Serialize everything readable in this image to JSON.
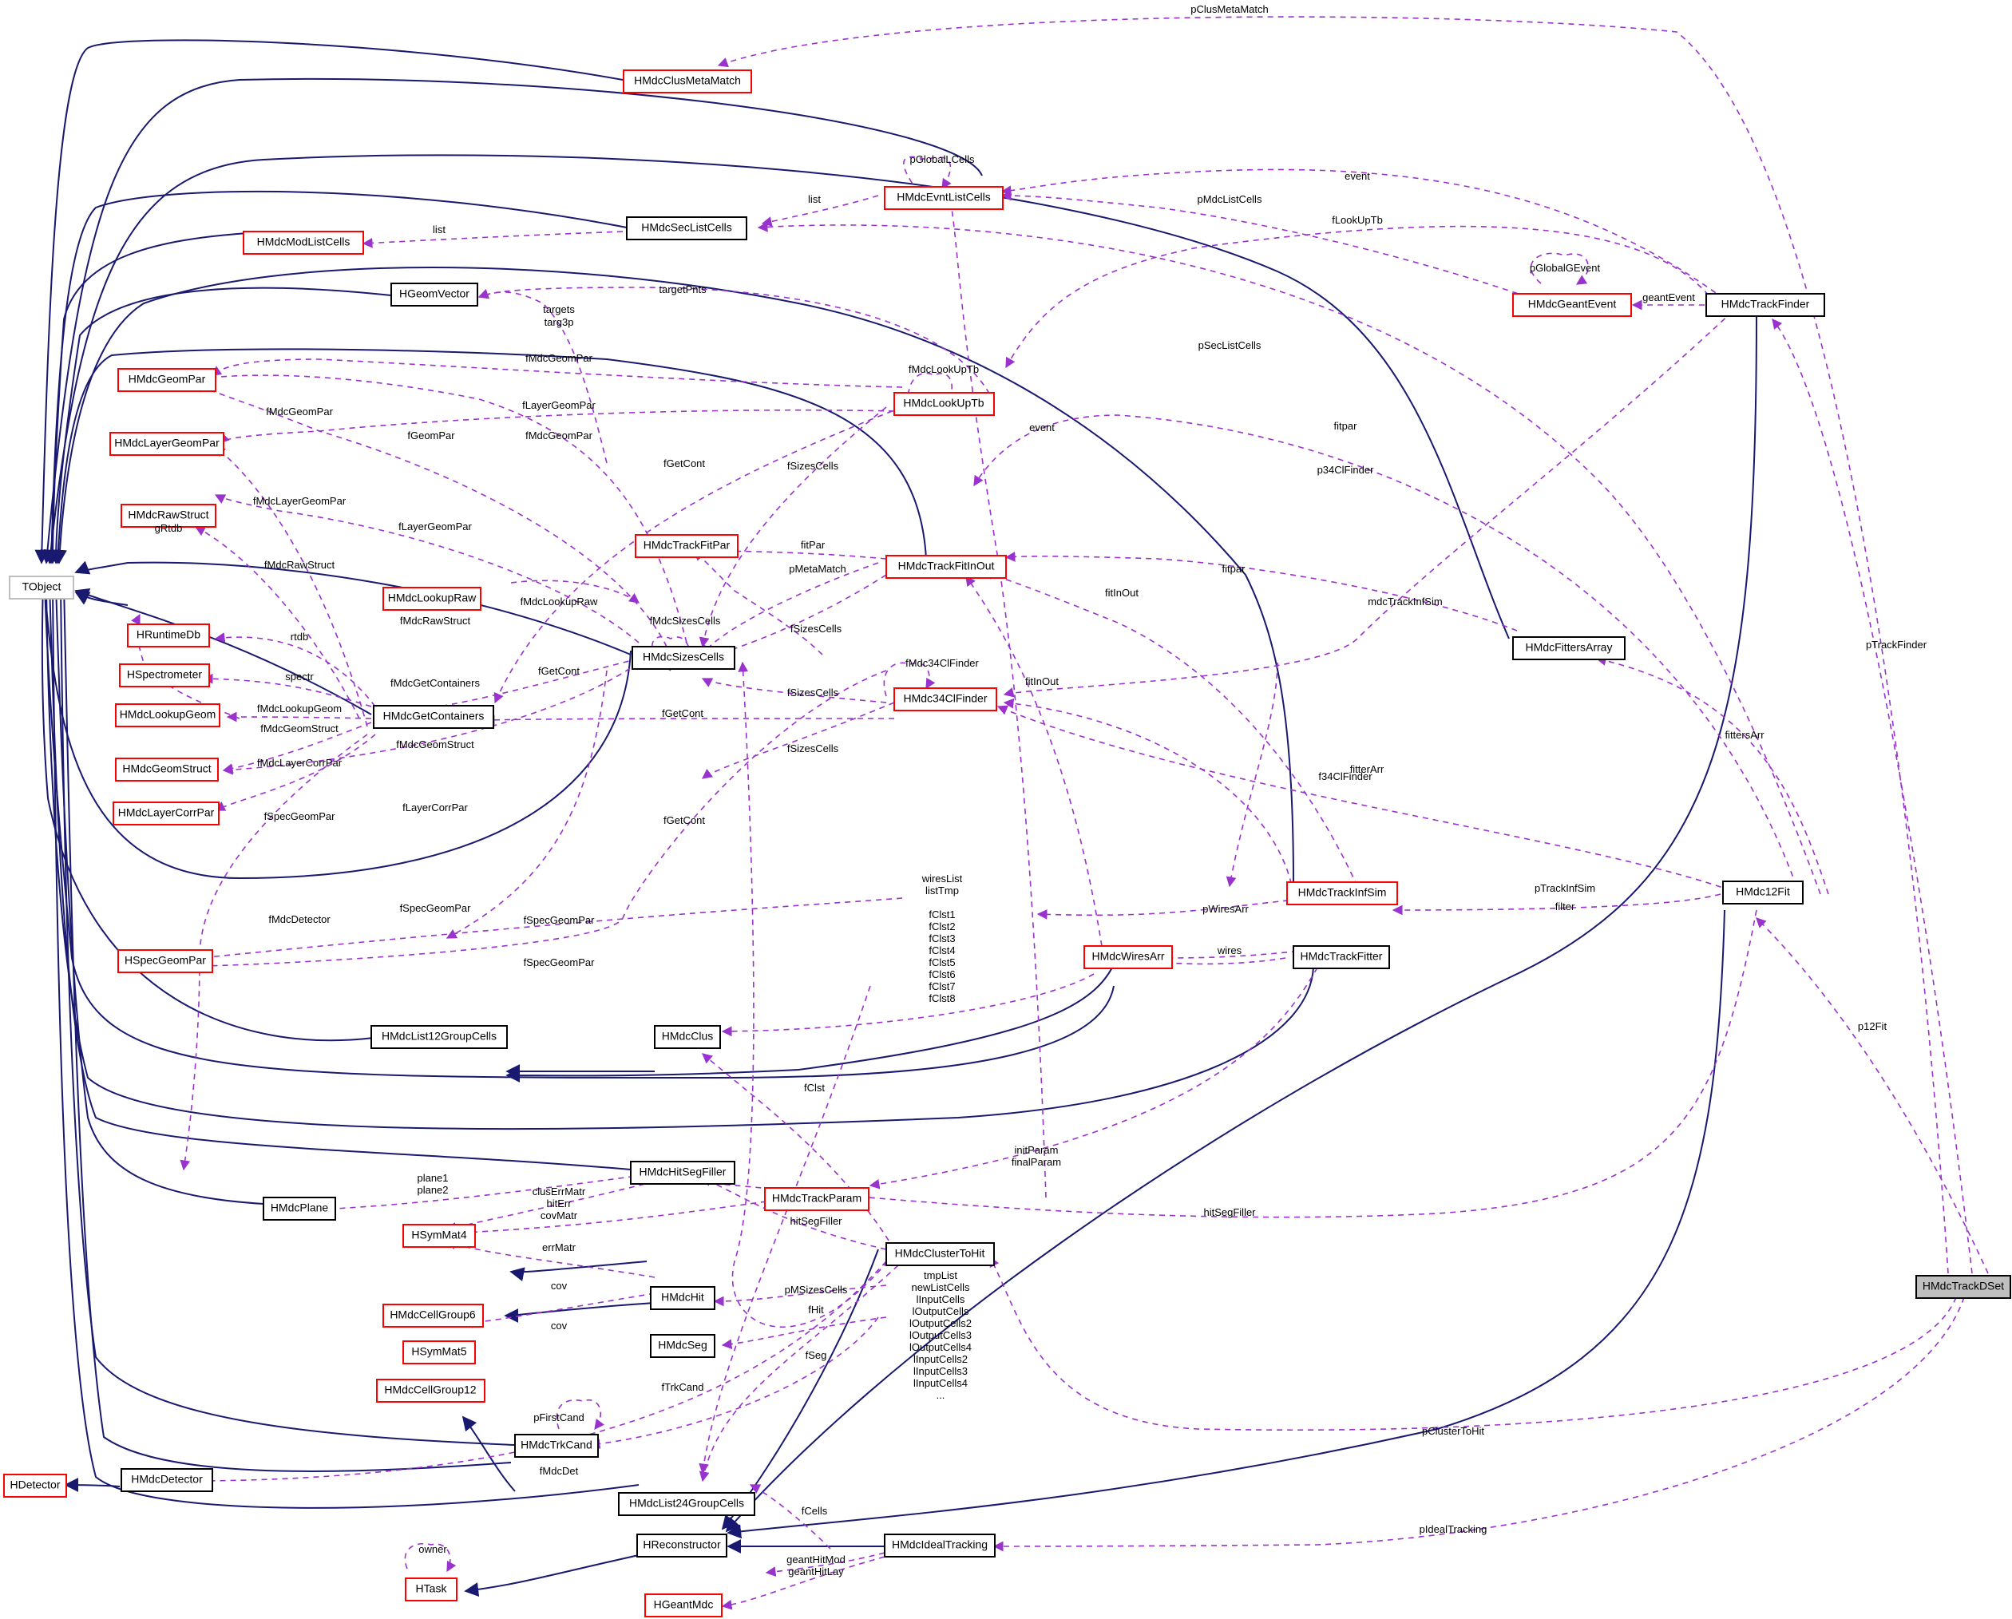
{
  "nodes": {
    "tobject": "TObject",
    "clusmeta": "HMdcClusMetaMatch",
    "evntlist": "HMdcEvntListCells",
    "seclist": "HMdcSecListCells",
    "modlist": "HMdcModListCells",
    "geomvector": "HGeomVector",
    "geomparnode": "HMdcGeomPar",
    "lookuptb": "HMdcLookUpTb",
    "layergeom": "HMdcLayerGeomPar",
    "rawstruct": "HMdcRawStruct",
    "trackfitpar": "HMdcTrackFitPar",
    "fitinout": "HMdcTrackFitInOut",
    "runtimedb": "HRuntimeDb",
    "lookupraw": "HMdcLookupRaw",
    "sizescells": "HMdcSizesCells",
    "spectrometer": "HSpectrometer",
    "getcontainers": "HMdcGetContainers",
    "clfinder34": "HMdc34ClFinder",
    "lookupgeom": "HMdcLookupGeom",
    "geomstruct": "HMdcGeomStruct",
    "layercorr": "HMdcLayerCorrPar",
    "specgeom": "HSpecGeomPar",
    "list12": "HMdcList12GroupCells",
    "clus": "HMdcClus",
    "wiresarr": "HMdcWiresArr",
    "trackfitter": "HMdcTrackFitter",
    "infsim": "HMdcTrackInfSim",
    "fitarray": "HMdcFittersArray",
    "geantevent": "HMdcGeantEvent",
    "trackfinder": "HMdcTrackFinder",
    "fit12": "HMdc12Fit",
    "hitseg": "HMdcHitSegFiller",
    "plane": "HMdcPlane",
    "trackparam": "HMdcTrackParam",
    "symmat4": "HSymMat4",
    "clustohit": "HMdcClusterToHit",
    "hit": "HMdcHit",
    "cellgroup6": "HMdcCellGroup6",
    "symmat5": "HSymMat5",
    "seg": "HMdcSeg",
    "cellgroup12": "HMdcCellGroup12",
    "trkcand": "HMdcTrkCand",
    "detector": "HDetector",
    "mdcdetector": "HMdcDetector",
    "list24": "HMdcList24GroupCells",
    "reconstructor": "HReconstructor",
    "idealtracking": "HMdcIdealTracking",
    "task": "HTask",
    "geantmdc": "HGeantMdc",
    "trackdset": "HMdcTrackDSet"
  },
  "edge_labels": {
    "pClusMetaMatch": "pClusMetaMatch",
    "pGlobalLCells": "pGlobalLCells",
    "list_a": "list",
    "list_b": "list",
    "event_a": "event",
    "pMdcListCells": "pMdcListCells",
    "fLookUpTb": "fLookUpTb",
    "pGlobalGEvent": "pGlobalGEvent",
    "geantEvent": "geantEvent",
    "targetPnts": "targetPnts",
    "targets": "targets",
    "targ3p": "targ3p",
    "pSecListCells": "pSecListCells",
    "fMdcGeomPar_a": "fMdcGeomPar",
    "fMdcLookUpTb": "fMdcLookUpTb",
    "fMdcGeomPar_b": "fMdcGeomPar",
    "fLayerGeomPar_a": "fLayerGeomPar",
    "fGeomPar": "fGeomPar",
    "fMdcGeomPar_c": "fMdcGeomPar",
    "event_b": "event",
    "fitpar_a": "fitpar",
    "fGetCont_a": "fGetCont",
    "fSizesCells_a": "fSizesCells",
    "p34ClFinder": "p34ClFinder",
    "fMdcLayerGeomPar": "fMdcLayerGeomPar",
    "fLayerGeomPar_b": "fLayerGeomPar",
    "fitPar": "fitPar",
    "fMdcRawStruct": "fMdcRawStruct",
    "pMetaMatch": "pMetaMatch",
    "fitpar_b": "fitpar",
    "gRtdb": "gRtdb",
    "fMdcLookupRaw": "fMdcLookupRaw",
    "fitInOut_a": "fitInOut",
    "mdcTrackInfSim": "mdcTrackInfSim",
    "fMdcRawStruct2": "fMdcRawStruct",
    "fMdcSizesCells": "fMdcSizesCells",
    "fSizesCells_b": "fSizesCells",
    "rtdb": "rtdb",
    "pTrackFinder": "pTrackFinder",
    "fMdc34ClFinder": "fMdc34ClFinder",
    "spectr": "spectr",
    "fMdcGetContainers": "fMdcGetContainers",
    "fGetCont_b": "fGetCont",
    "fitInOut_b": "fitInOut",
    "fSizesCells_c": "fSizesCells",
    "fMdcLookupGeom": "fMdcLookupGeom",
    "fGetCont_c": "fGetCont",
    "fMdcGeomStruct_a": "fMdcGeomStruct",
    "fMdcGeomStruct_b": "fMdcGeomStruct",
    "fittersArr": "fittersArr",
    "fSizesCells_d": "fSizesCells",
    "fMdcLayerCorrPar": "fMdcLayerCorrPar",
    "fitterArr": "fitterArr",
    "fLayerCorrPar": "fLayerCorrPar",
    "f34ClFinder": "f34ClFinder",
    "fSpecGeomPar_a": "fSpecGeomPar",
    "fGetCont_d": "fGetCont",
    "wiresList": "wiresList",
    "listTmp": "listTmp",
    "pTrackInfSim": "pTrackInfSim",
    "fMdcDetector": "fMdcDetector",
    "fSpecGeomPar_b": "fSpecGeomPar",
    "pWiresArr": "pWiresArr",
    "filter": "filter",
    "fSpecGeomPar_c": "fSpecGeomPar",
    "fSpecGeomPar_d": "fSpecGeomPar",
    "wires": "wires",
    "fClst_list": [
      "fClst1",
      "fClst2",
      "fClst3",
      "fClst4",
      "fClst5",
      "fClst6",
      "fClst7",
      "fClst8"
    ],
    "p12Fit": "p12Fit",
    "fClst": "fClst",
    "initParam": "initParam",
    "finalParam": "finalParam",
    "plane1": "plane1",
    "plane2": "plane2",
    "clusErrMatr": "clusErrMatr",
    "hitErr": "hitErr",
    "covMatr": "covMatr",
    "hitSegFiller_a": "hitSegFiller",
    "hitSegFiller_b": "hitSegFiller",
    "errMatr": "errMatr",
    "pMSizesCells": "pMSizesCells",
    "cov_a": "cov",
    "fHit": "fHit",
    "cell_list": [
      "tmpList",
      "newListCells",
      "lInputCells",
      "lOutputCells",
      "lOutputCells2",
      "lOutputCells3",
      "lOutputCells4",
      "lInputCells2",
      "lInputCells3",
      "lInputCells4",
      "..."
    ],
    "cov_b": "cov",
    "fSeg": "fSeg",
    "fTrkCand": "fTrkCand",
    "pFirstCand": "pFirstCand",
    "pClusterToHit": "pClusterToHit",
    "fMdcDet": "fMdcDet",
    "fCells": "fCells",
    "pIdealTracking": "pIdealTracking",
    "owner": "owner",
    "geantHitMod": "geantHitMod",
    "geantHitLay": "geantHitLay"
  },
  "colors": {
    "inheritance_edge": "#191970",
    "usage_edge": "#9a32cd",
    "red_border": "#ff0000",
    "selected_fill": "#bfbfbf"
  }
}
